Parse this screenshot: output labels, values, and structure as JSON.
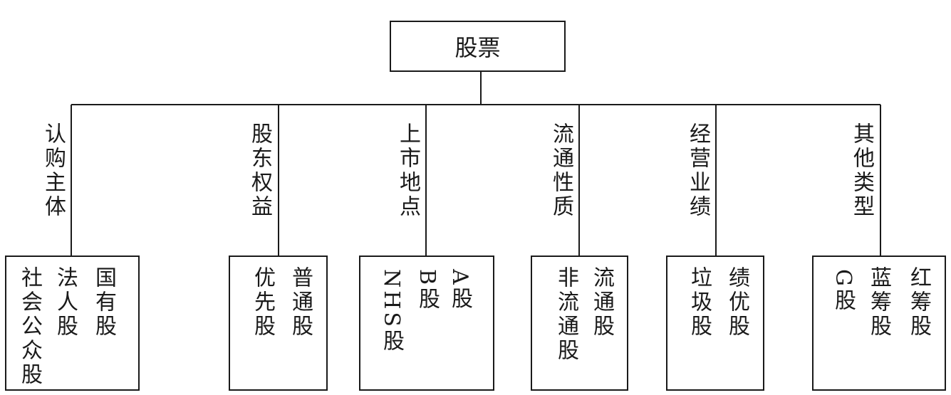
{
  "root": "股票",
  "categories": [
    {
      "label": "认购主体",
      "items": [
        "国有股",
        "法人股",
        "社会公众股"
      ]
    },
    {
      "label": "股东权益",
      "items": [
        "普通股",
        "优先股"
      ]
    },
    {
      "label": "上市地点",
      "items": [
        "A股",
        "B股",
        "NHS股"
      ]
    },
    {
      "label": "流通性质",
      "items": [
        "流通股",
        "非流通股"
      ]
    },
    {
      "label": "经营业绩",
      "items": [
        "绩优股",
        "垃圾股"
      ]
    },
    {
      "label": "其他类型",
      "items": [
        "红筹股",
        "蓝筹股",
        "G股"
      ]
    }
  ]
}
